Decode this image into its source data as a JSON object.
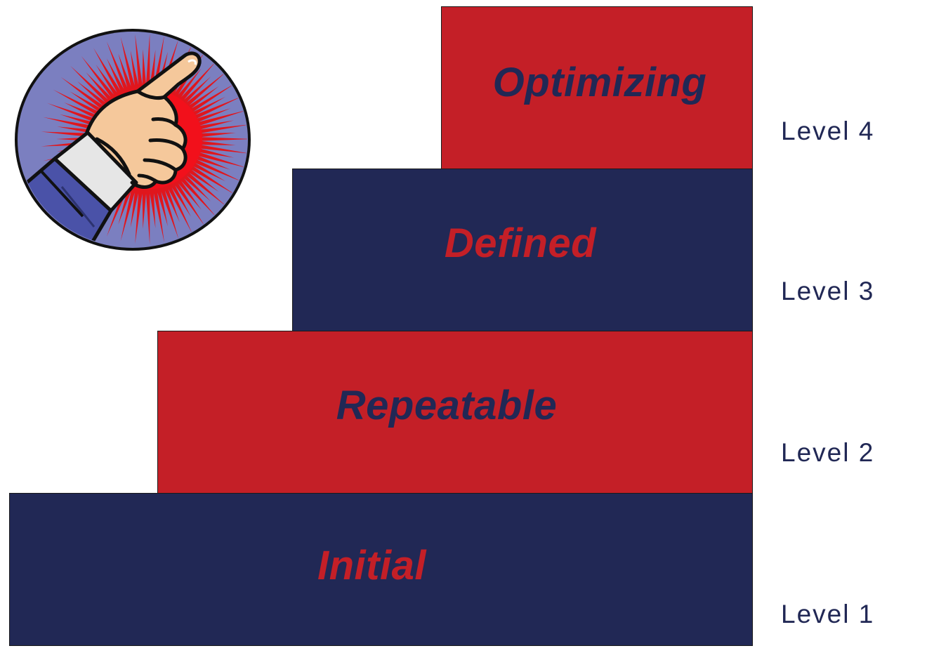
{
  "steps": [
    {
      "name": "Optimizing",
      "level": "Level  4"
    },
    {
      "name": "Defined",
      "level": "Level  3"
    },
    {
      "name": "Repeatable",
      "level": "Level  2"
    },
    {
      "name": "Initial",
      "level": "Level  1"
    }
  ],
  "icon": "pointing-hand-icon",
  "colors": {
    "red": "#c41f27",
    "navy": "#212855"
  }
}
